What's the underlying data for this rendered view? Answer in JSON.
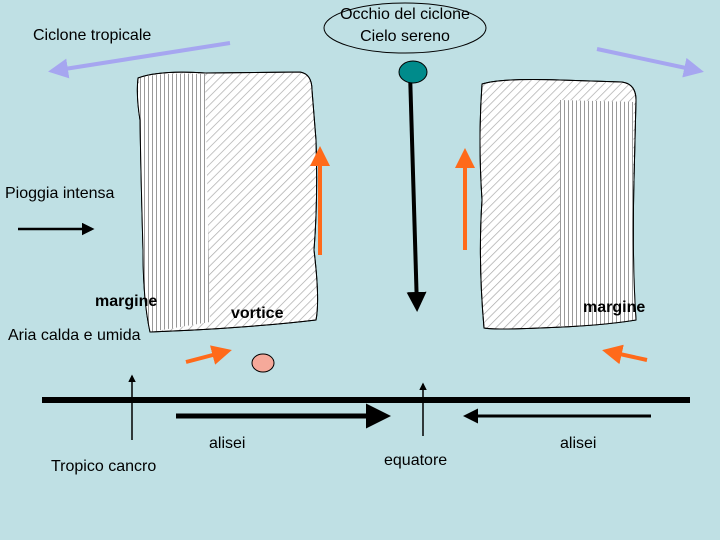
{
  "labels": {
    "tropical_cyclone": "Ciclone tropicale",
    "eye_line1": "Occhio del ciclone",
    "eye_line2": "Cielo sereno",
    "heavy_rain": "Pioggia intensa",
    "margin_left": "margine",
    "vortex": "vortice",
    "margin_right": "margine",
    "warm_humid_air": "Aria calda e umida",
    "trade_winds_left": "alisei",
    "trade_winds_right": "alisei",
    "tropic_cancer": "Tropico cancro",
    "equator": "equatore"
  },
  "colors": {
    "background": "#bfe0e4",
    "cloud_fill": "#ffffff",
    "cloud_hatch": "#a9a9a9",
    "upward_arrow": "#ff6a1a",
    "outflow_arrow": "#a6a6f0",
    "eye_dot": "#008b8b",
    "warm_air_dot": "#f5a99a"
  }
}
